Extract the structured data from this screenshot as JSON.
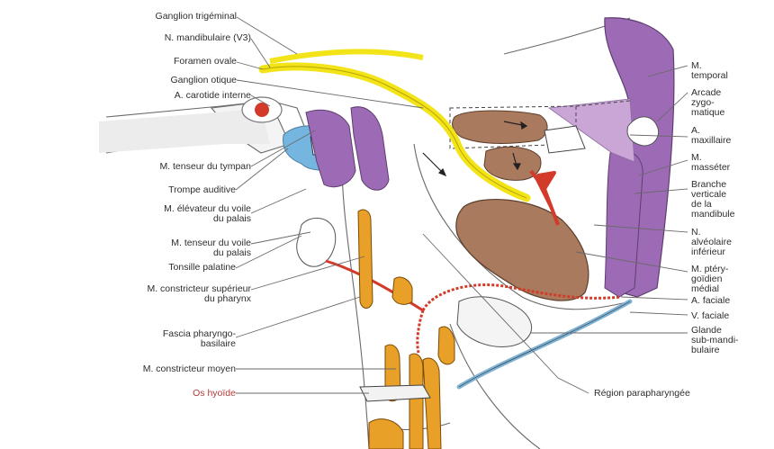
{
  "figure": {
    "colors": {
      "muscle": "#9d6bb5",
      "muscle_light": "#c9a6d6",
      "nerve": "#f2e418",
      "artery": "#d23b2a",
      "vein": "#7fb3d6",
      "tube": "#74b6e0",
      "gland": "#a97a5d",
      "bone": "#e9a028",
      "line": "#555555"
    },
    "labels_left": {
      "ganglion_trigeminal": "Ganglion trigéminal",
      "n_mandibulaire": "N. mandibulaire (V3)",
      "foramen_ovale": "Foramen ovale",
      "ganglion_otique": "Ganglion otique",
      "a_carotide": "A. carotide interne",
      "m_tenseur_tympan": "M. tenseur du tympan",
      "trompe_auditive": "Trompe auditive",
      "m_elevateur_1": "M. élévateur du voile",
      "m_elevateur_2": "du palais",
      "m_tenseur_voile_1": "M. tenseur du voile",
      "m_tenseur_voile_2": "du palais",
      "tonsille": "Tonsille palatine",
      "m_constricteur_sup_1": "M. constricteur supérieur",
      "m_constricteur_sup_2": "du pharynx",
      "fascia_1": "Fascia pharyngo-",
      "fascia_2": "basilaire",
      "m_constricteur_moyen": "M. constricteur moyen",
      "os_hyoide": "Os hyoïde"
    },
    "labels_right": {
      "m_temporal_1": "M.",
      "m_temporal_2": "temporal",
      "arcade_1": "Arcade",
      "arcade_2": "zygo-",
      "arcade_3": "matique",
      "a_maxillaire_1": "A.",
      "a_maxillaire_2": "maxillaire",
      "m_masseter_1": "M.",
      "m_masseter_2": "masséter",
      "branche_1": "Branche",
      "branche_2": "verticale",
      "branche_3": "de la",
      "branche_4": "mandibule",
      "n_alveolaire_1": "N.",
      "n_alveolaire_2": "alvéolaire",
      "n_alveolaire_3": "inférieur",
      "m_pterygoidien_1": "M. ptéry-",
      "m_pterygoidien_2": "goïdien",
      "m_pterygoidien_3": "médial",
      "a_faciale": "A. faciale",
      "v_faciale": "V. faciale",
      "glande_1": "Glande",
      "glande_2": "sub-mandi-",
      "glande_3": "bulaire",
      "region": "Région parapharyngée"
    }
  }
}
